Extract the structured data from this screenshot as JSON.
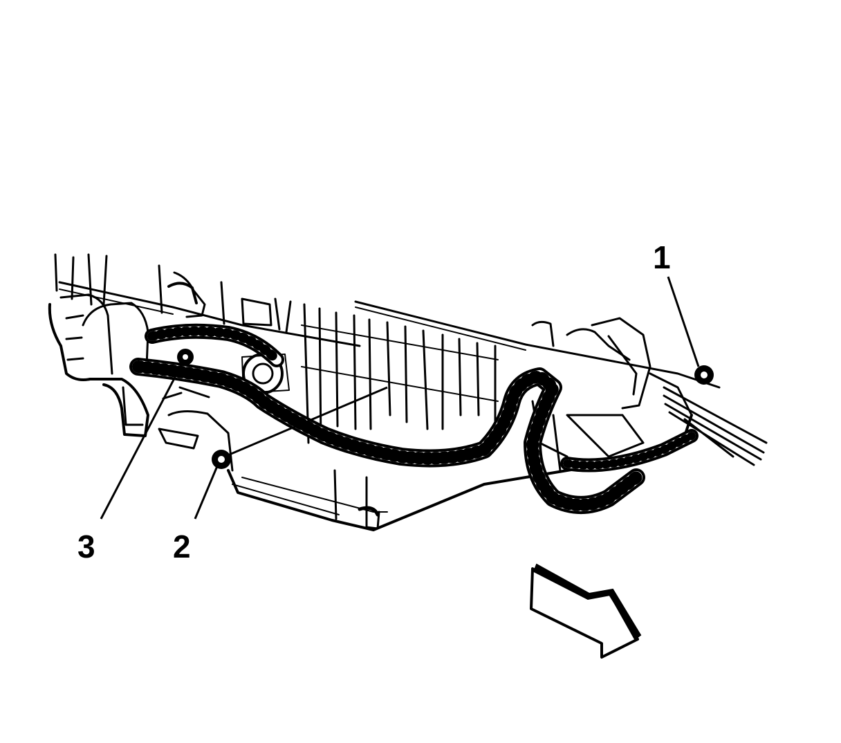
{
  "callouts": [
    {
      "id": "1",
      "label": "1",
      "icon": "screw-icon"
    },
    {
      "id": "2",
      "label": "2",
      "icon": "screw-icon"
    },
    {
      "id": "3",
      "label": "3",
      "icon": "screw-icon"
    }
  ],
  "direction_indicator": {
    "icon": "arrow-icon"
  },
  "colors": {
    "ink": "#000000",
    "background": "#ffffff"
  }
}
